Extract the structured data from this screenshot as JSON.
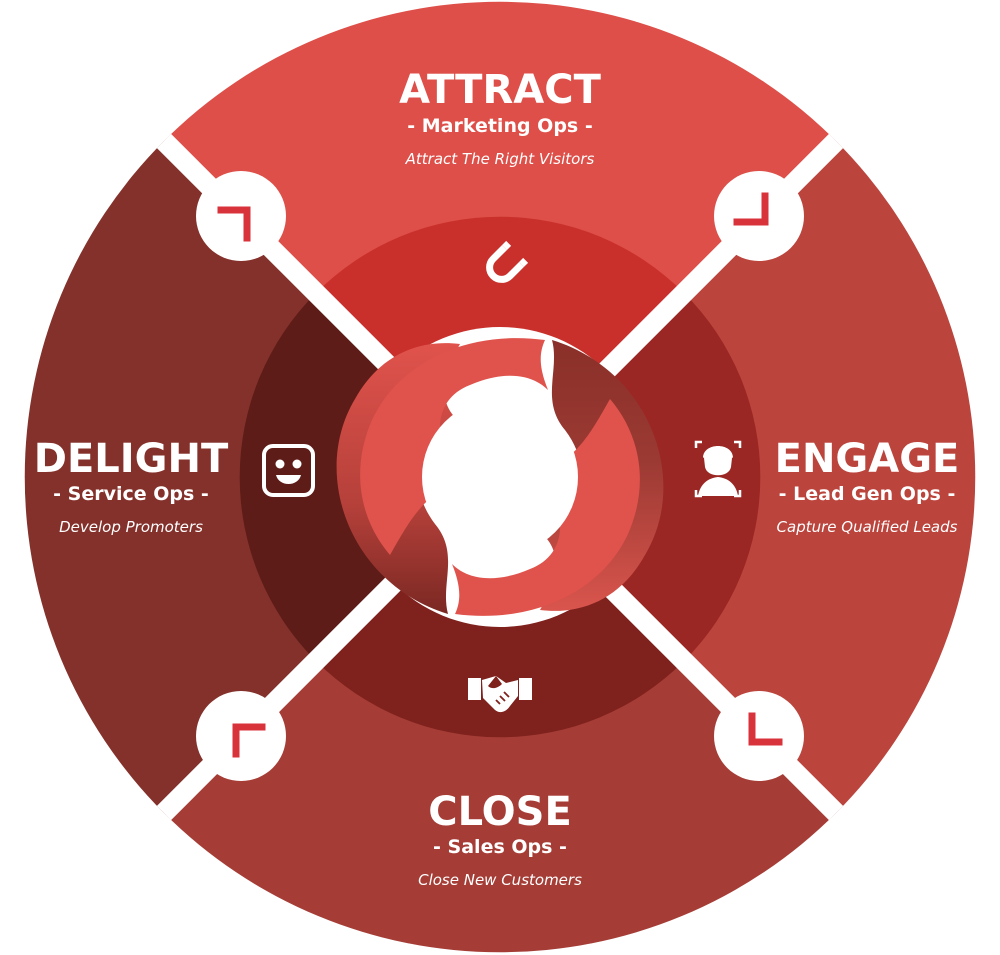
{
  "stages": {
    "attract": {
      "title": "ATTRACT",
      "ops": "- Marketing Ops -",
      "tagline": "Attract The Right Visitors",
      "icon": "magnet-icon",
      "outer_color": "#dd4f48",
      "inner_color": "#c9302c"
    },
    "engage": {
      "title": "ENGAGE",
      "ops": "- Lead Gen Ops -",
      "tagline": "Capture Qualified Leads",
      "icon": "face-scan-icon",
      "outer_color": "#bb443d",
      "inner_color": "#9a2723"
    },
    "close": {
      "title": "CLOSE",
      "ops": "- Sales Ops -",
      "tagline": "Close New Customers",
      "icon": "handshake-icon",
      "outer_color": "#a53d36",
      "inner_color": "#7f211d"
    },
    "delight": {
      "title": "DELIGHT",
      "ops": "- Service Ops -",
      "tagline": "Develop Promoters",
      "icon": "smiley-icon",
      "outer_color": "#84312b",
      "inner_color": "#5e1c18"
    }
  },
  "colors": {
    "arrow": "#d8323a",
    "divider": "#ffffff",
    "center_light": "#e0534c",
    "center_dark": "#7e2a25"
  }
}
